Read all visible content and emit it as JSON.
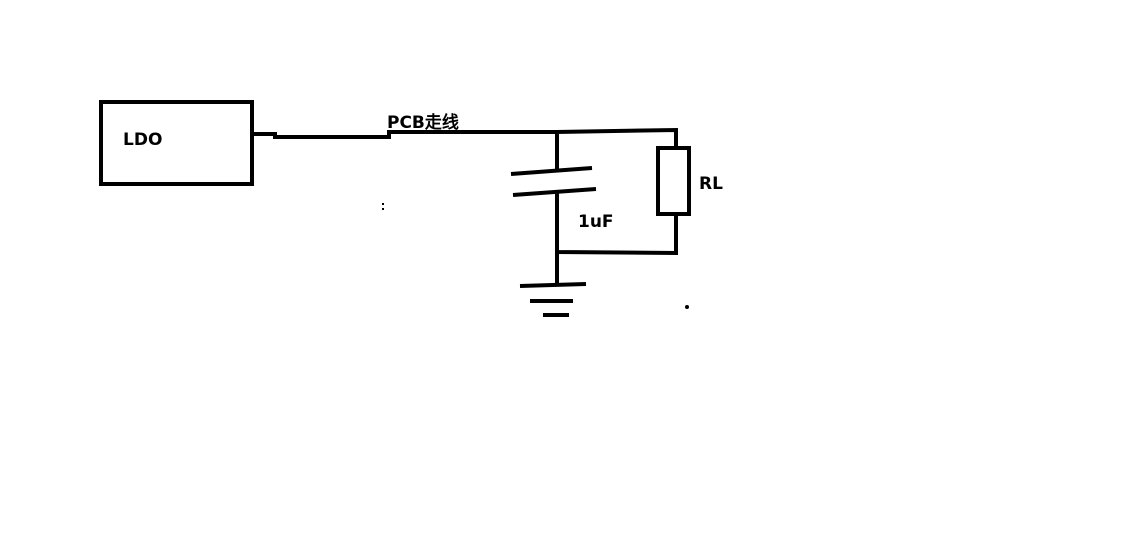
{
  "labels": {
    "ldo": "LDO",
    "trace": "PCB走线",
    "capacitor": "1uF",
    "resistor": "RL"
  },
  "colors": {
    "stroke": "#000000",
    "background": "#ffffff"
  }
}
